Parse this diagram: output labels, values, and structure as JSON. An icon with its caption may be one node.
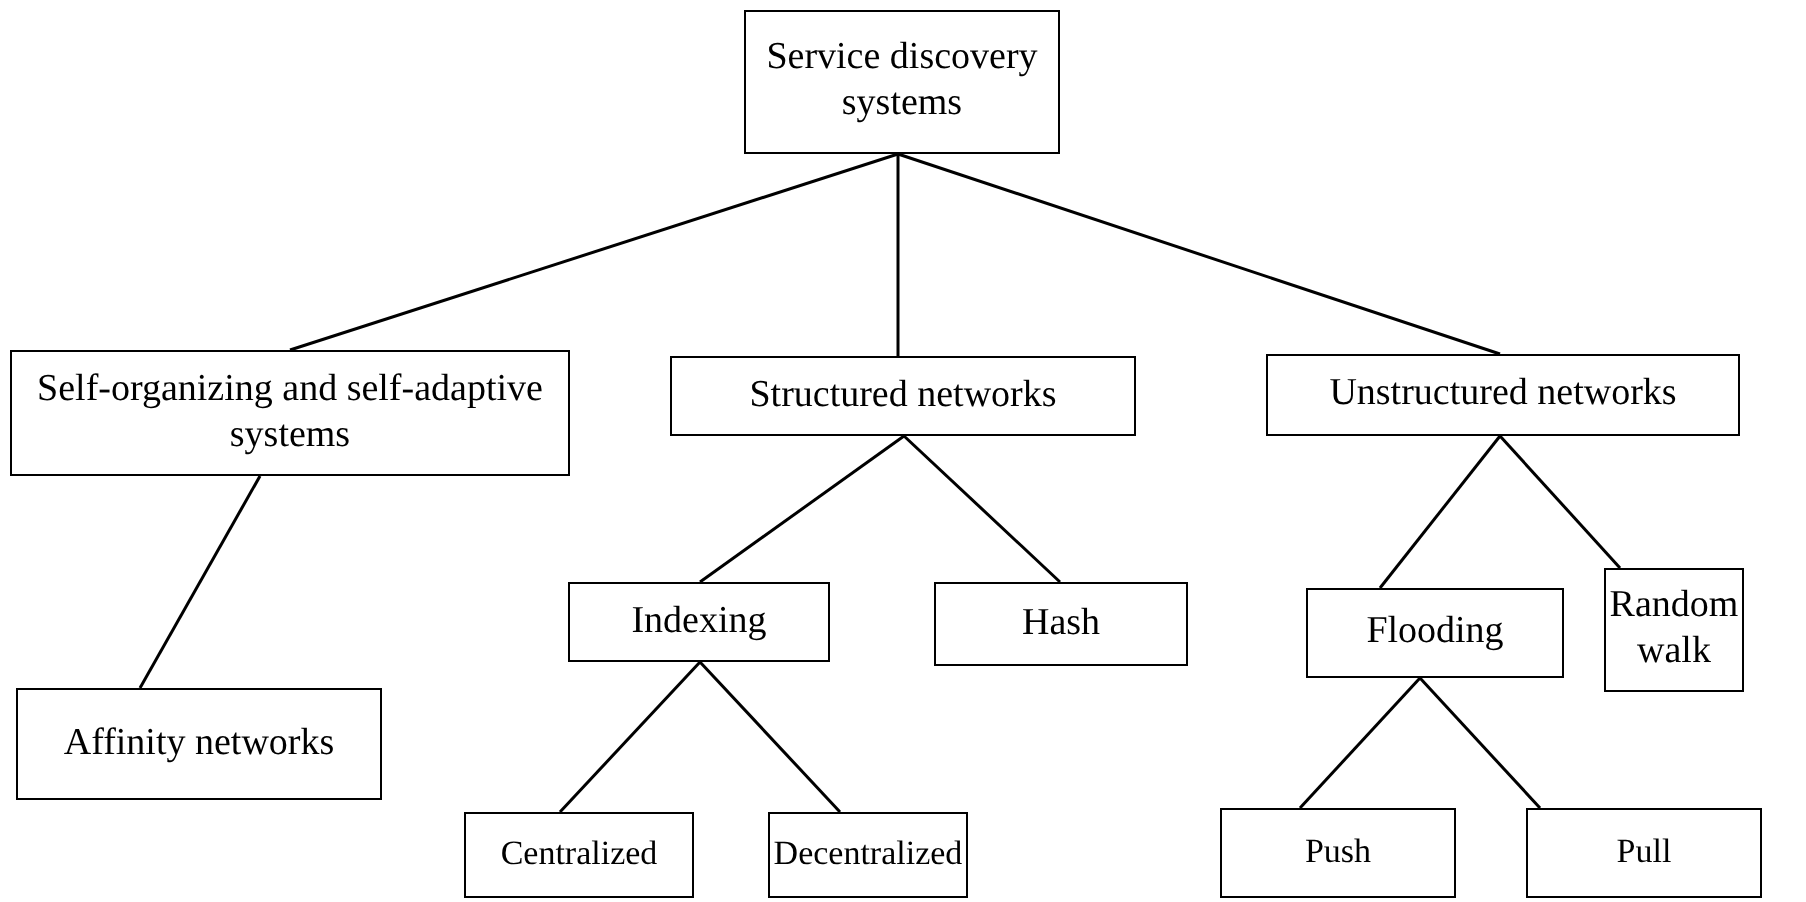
{
  "diagram": {
    "nodes": [
      {
        "text": [
          "Service discovery systems"
        ]
      },
      {
        "text": [
          "Self-organizing and self-adaptive systems"
        ]
      },
      {
        "text": [
          "Structured networks"
        ]
      },
      {
        "text": [
          "Unstructured networks"
        ]
      },
      {
        "text": [
          "Affinity networks"
        ]
      },
      {
        "text": [
          "Indexing"
        ]
      },
      {
        "text": [
          "Hash"
        ]
      },
      {
        "text": [
          "Flooding"
        ]
      },
      {
        "text": [
          "Random walk"
        ]
      },
      {
        "text": [
          "Centralized"
        ]
      },
      {
        "text": [
          "Decentralized"
        ]
      },
      {
        "text": [
          "Push"
        ]
      },
      {
        "text": [
          "Pull"
        ]
      }
    ],
    "edges": [
      {
        "from": 0,
        "to": 1,
        "arrow": "none"
      },
      {
        "from": 0,
        "to": 2,
        "arrow": "none"
      },
      {
        "from": 0,
        "to": 3,
        "arrow": "none"
      },
      {
        "from": 1,
        "to": 4,
        "arrow": "none"
      },
      {
        "from": 2,
        "to": 5,
        "arrow": "none"
      },
      {
        "from": 2,
        "to": 6,
        "arrow": "none"
      },
      {
        "from": 3,
        "to": 7,
        "arrow": "none"
      },
      {
        "from": 3,
        "to": 8,
        "arrow": "none"
      },
      {
        "from": 5,
        "to": 9,
        "arrow": "none"
      },
      {
        "from": 5,
        "to": 10,
        "arrow": "none"
      },
      {
        "from": 7,
        "to": 11,
        "arrow": "none"
      },
      {
        "from": 7,
        "to": 12,
        "arrow": "none"
      }
    ]
  }
}
